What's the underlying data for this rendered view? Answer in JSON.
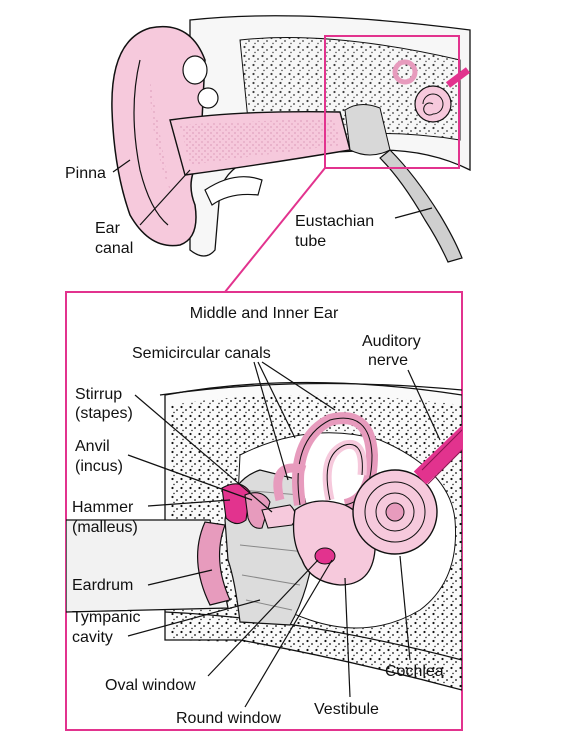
{
  "title": "Middle and Inner Ear",
  "labels": {
    "pinna": "Pinna",
    "ear_canal_1": "Ear",
    "ear_canal_2": "canal",
    "eustachian_1": "Eustachian",
    "eustachian_2": "tube",
    "semicircular": "Semicircular canals",
    "auditory_1": "Auditory",
    "auditory_2": "nerve",
    "stirrup_1": "Stirrup",
    "stirrup_2": "(stapes)",
    "anvil_1": "Anvil",
    "anvil_2": "(incus)",
    "hammer_1": "Hammer",
    "hammer_2": "(malleus)",
    "eardrum": "Eardrum",
    "tympanic_1": "Tympanic",
    "tympanic_2": "cavity",
    "oval_window": "Oval window",
    "round_window": "Round window",
    "vestibule": "Vestibule",
    "cochlea": "Cochlea"
  },
  "colors": {
    "pink": "#e2338e",
    "tissue": "#f6c9dc",
    "tissue_dark": "#e79bbd",
    "bone": "#f2f2f2",
    "muscle": "#e0e0e0",
    "ink": "#111111"
  }
}
